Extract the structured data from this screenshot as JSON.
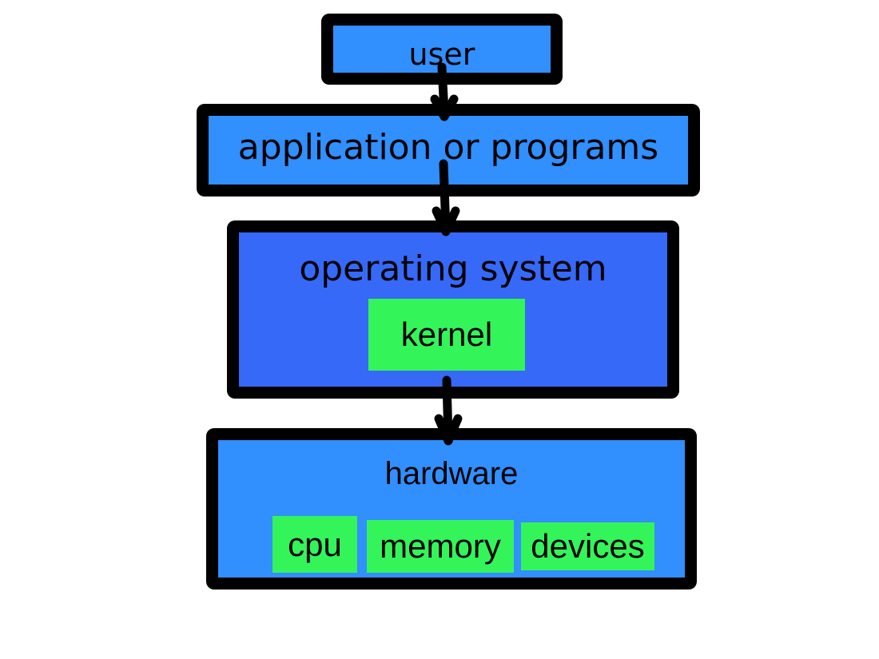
{
  "diagram": {
    "title": "Operating system layers",
    "layers": [
      {
        "id": "user",
        "label": "user",
        "color": "#318ffe"
      },
      {
        "id": "application",
        "label": "application or programs",
        "color": "#318ffe"
      },
      {
        "id": "operating-system",
        "label": "operating system",
        "color": "#3669f8",
        "children": [
          {
            "label": "kernel",
            "color": "#33f55a"
          }
        ]
      },
      {
        "id": "hardware",
        "label": "hardware",
        "color": "#318ffe",
        "children": [
          {
            "label": "cpu",
            "color": "#33f55a"
          },
          {
            "label": "memory",
            "color": "#33f55a"
          },
          {
            "label": "devices",
            "color": "#33f55a"
          }
        ]
      }
    ],
    "arrows": [
      {
        "from": "user",
        "to": "application"
      },
      {
        "from": "application",
        "to": "operating-system"
      },
      {
        "from": "operating-system",
        "to": "hardware"
      }
    ],
    "border_color": "#000000"
  }
}
